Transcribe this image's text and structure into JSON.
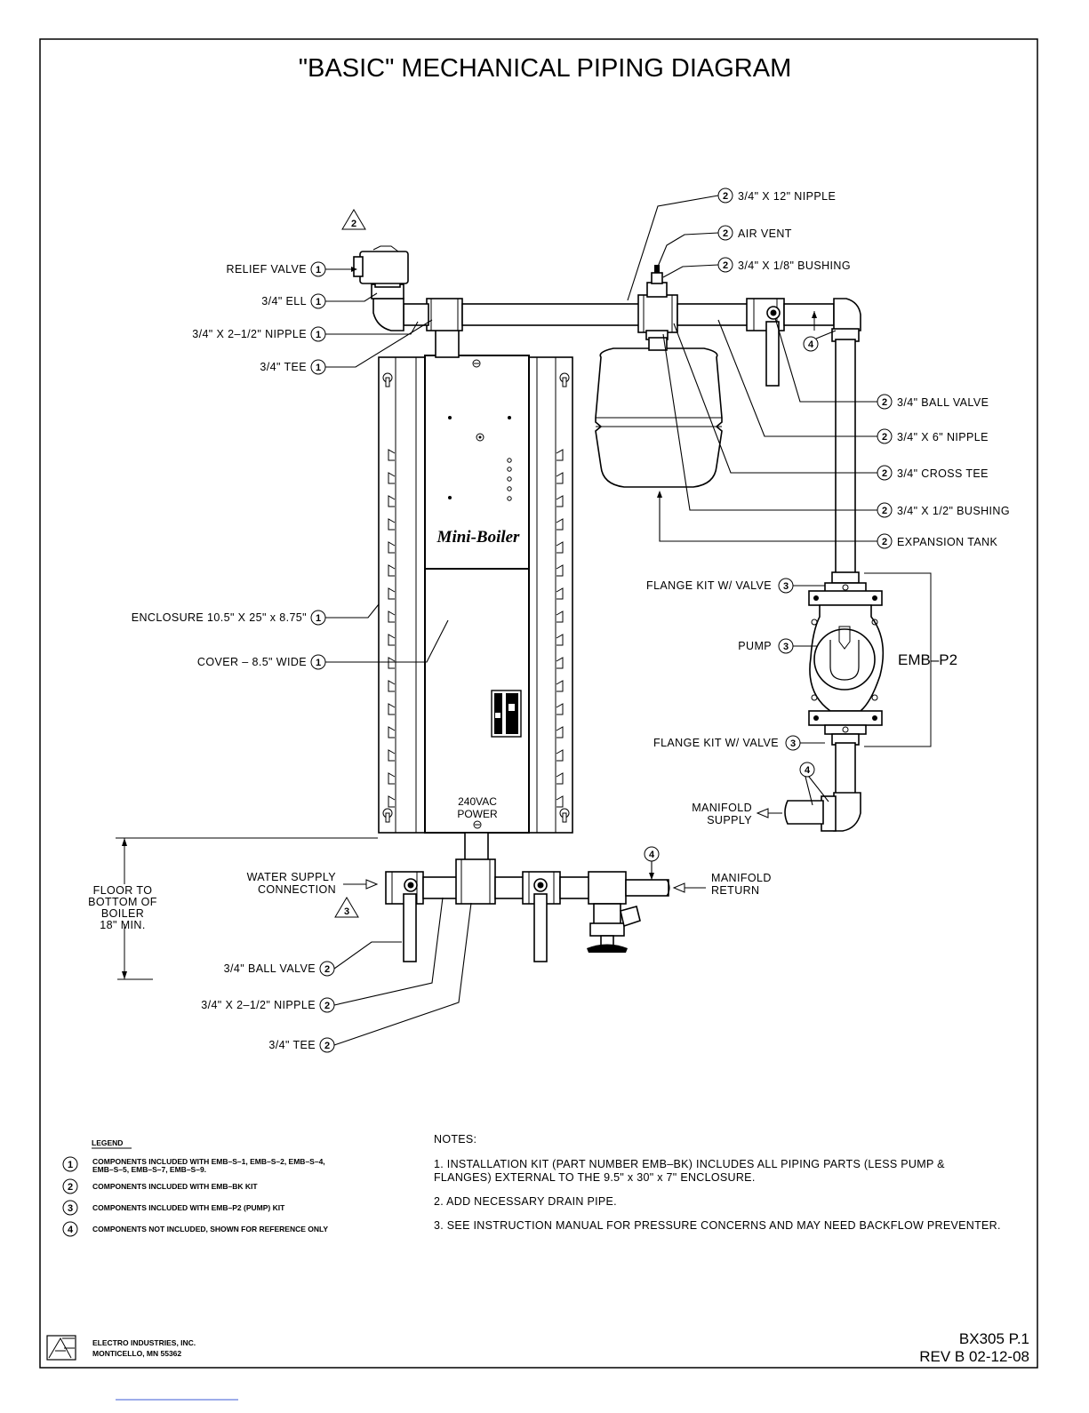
{
  "title": "\"BASIC\" MECHANICAL PIPING DIAGRAM",
  "boiler": {
    "brand": "Mini-Boiler",
    "power_label_line1": "240VAC",
    "power_label_line2": "POWER"
  },
  "pump_kit_label": "EMB–P2",
  "labels": {
    "relief_valve": "RELIEF VALVE",
    "ell": "3/4\" ELL",
    "nipple_2_5_top": "3/4\" X 2–1/2\" NIPPLE",
    "tee_top": "3/4\" TEE",
    "enclosure": "ENCLOSURE 10.5\" X 25\" x 8.75\"",
    "cover": "COVER – 8.5\" WIDE",
    "nipple_12": "3/4\" X 12\" NIPPLE",
    "air_vent": "AIR VENT",
    "bushing_1_8": "3/4\" X 1/8\" BUSHING",
    "ball_valve_right": "3/4\" BALL VALVE",
    "nipple_6": "3/4\" X 6\" NIPPLE",
    "cross_tee": "3/4\" CROSS TEE",
    "bushing_1_2": "3/4\" X 1/2\" BUSHING",
    "expansion_tank": "EXPANSION TANK",
    "flange_top": "FLANGE KIT W/ VALVE",
    "pump": "PUMP",
    "flange_bottom": "FLANGE KIT W/ VALVE",
    "manifold_supply_1": "MANIFOLD",
    "manifold_supply_2": "SUPPLY",
    "manifold_return_1": "MANIFOLD",
    "manifold_return_2": "RETURN",
    "water_supply_1": "WATER SUPPLY",
    "water_supply_2": "CONNECTION",
    "floor_1": "FLOOR TO",
    "floor_2": "BOTTOM OF",
    "floor_3": "BOILER",
    "floor_4": "18\" MIN.",
    "ball_valve_bottom": "3/4\" BALL VALVE",
    "nipple_2_5_bottom": "3/4\" X 2–1/2\" NIPPLE",
    "tee_bottom": "3/4\" TEE"
  },
  "callout_numbers": {
    "one": "1",
    "two": "2",
    "three": "3",
    "four": "4"
  },
  "legend": {
    "heading": "LEGEND",
    "items": [
      {
        "num": "1",
        "line1": "COMPONENTS INCLUDED WITH EMB–S–1, EMB–S–2, EMB–S–4,",
        "line2": "EMB–S–5, EMB–S–7, EMB–S–9."
      },
      {
        "num": "2",
        "line1": "COMPONENTS INCLUDED WITH EMB–BK KIT",
        "line2": ""
      },
      {
        "num": "3",
        "line1": "COMPONENTS INCLUDED WITH EMB–P2 (PUMP) KIT",
        "line2": ""
      },
      {
        "num": "4",
        "line1": "COMPONENTS NOT INCLUDED, SHOWN FOR REFERENCE ONLY",
        "line2": ""
      }
    ]
  },
  "notes": {
    "heading": "NOTES:",
    "n1_line1": "1. INSTALLATION KIT (PART NUMBER EMB–BK) INCLUDES ALL PIPING PARTS (LESS PUMP &",
    "n1_line2": "FLANGES) EXTERNAL TO THE 9.5\" x 30\" x 7\" ENCLOSURE.",
    "n2": "2. ADD NECESSARY DRAIN PIPE.",
    "n3": "3. SEE INSTRUCTION MANUAL FOR PRESSURE CONCERNS AND MAY NEED BACKFLOW PREVENTER."
  },
  "title_block": {
    "company": "ELECTRO INDUSTRIES, INC.",
    "address": "MONTICELLO, MN 55362",
    "drawing_no": "BX305 P.1",
    "revision": "REV B 02-12-08"
  }
}
